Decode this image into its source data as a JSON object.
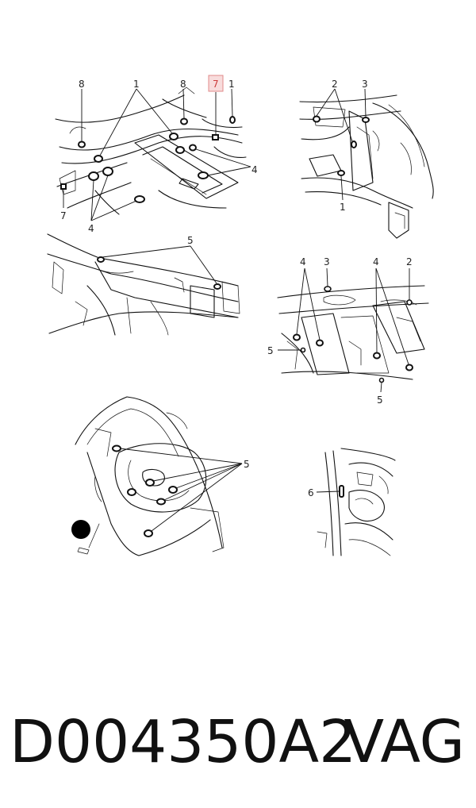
{
  "panels": [
    {
      "id": "top-left",
      "labels": [
        "8",
        "1",
        "8",
        "7",
        "1",
        "4",
        "7",
        "4"
      ],
      "highlighted": "7",
      "highlight_color": "#f8dcdc"
    },
    {
      "id": "top-right",
      "labels": [
        "2",
        "3",
        "1"
      ]
    },
    {
      "id": "middle-left",
      "labels": [
        "5"
      ]
    },
    {
      "id": "middle-right",
      "labels": [
        "4",
        "3",
        "4",
        "2",
        "5",
        "5"
      ]
    },
    {
      "id": "bottom-left",
      "labels": [
        "5"
      ]
    },
    {
      "id": "bottom-right",
      "labels": [
        "6"
      ]
    }
  ],
  "footer": {
    "part_number": "D004350A2",
    "brand": "VAG"
  }
}
